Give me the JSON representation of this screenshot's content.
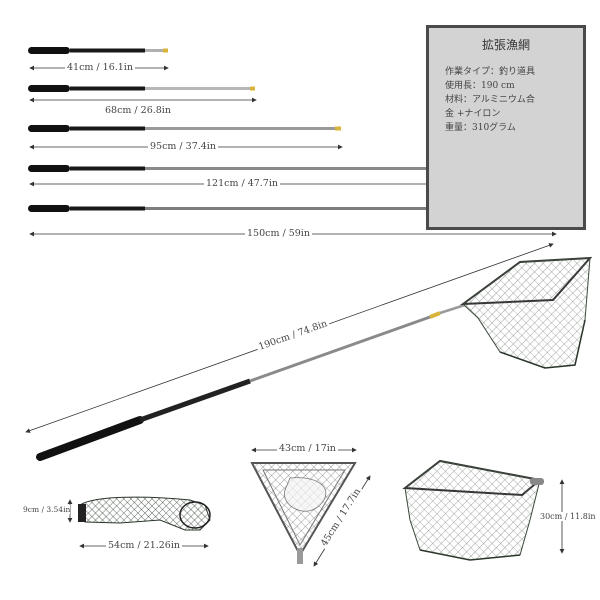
{
  "spec_box": {
    "title": "拡張漁網",
    "rows": [
      "作業タイプ：釣り道具",
      "使用長：190 cm",
      "材料：アルミニウム合",
      "金 +ナイロン",
      "重量：310グラム"
    ]
  },
  "lengths": [
    {
      "label": "41cm / 16.1in"
    },
    {
      "label": "68cm / 26.8in"
    },
    {
      "label": "95cm / 37.4in"
    },
    {
      "label": "121cm / 47.7in"
    },
    {
      "label": "150cm / 59in"
    }
  ],
  "full_length": "190cm / 74.8in",
  "folded": {
    "height": "9cm / 3.54in",
    "length": "54cm / 21.26in"
  },
  "hoop": {
    "width": "43cm / 17in",
    "side": "45cm / 17.7in"
  },
  "net_depth": "30cm / 11.8in",
  "colors": {
    "handle": "#111111",
    "pole": "#8a8a8a",
    "tip": "#d9b43a",
    "net": "#3c4a3c"
  }
}
